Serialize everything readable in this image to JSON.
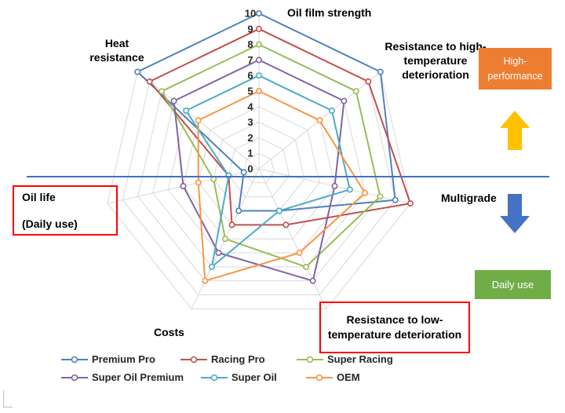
{
  "chart_data": {
    "type": "radar",
    "title": "",
    "r_axis": {
      "min": 0,
      "max": 10,
      "step": 1,
      "tick_labels": [
        "0",
        "1",
        "2",
        "3",
        "4",
        "5",
        "6",
        "7",
        "8",
        "9",
        "10"
      ]
    },
    "axes": [
      "Oil film strength",
      "Resistance to high-temperature deterioration",
      "Multigrade",
      "Resistance to low-temperature deterioration",
      "Costs",
      "Oil life (Daily use)",
      "Heat resistance"
    ],
    "series": [
      {
        "name": "Premium Pro",
        "color": "#4F81BD",
        "values": [
          10,
          10,
          9,
          3,
          3,
          1,
          10
        ]
      },
      {
        "name": "Racing Pro",
        "color": "#C0504D",
        "values": [
          9,
          9,
          10,
          4,
          4,
          2,
          9
        ]
      },
      {
        "name": "Super Racing",
        "color": "#9BBB59",
        "values": [
          8,
          8,
          8,
          7,
          5,
          3,
          8
        ]
      },
      {
        "name": "Super Oil Premium",
        "color": "#8064A2",
        "values": [
          7,
          7,
          5,
          8,
          6,
          5,
          7
        ]
      },
      {
        "name": "Super Oil",
        "color": "#4BACC6",
        "values": [
          6,
          6,
          6,
          3,
          7,
          2,
          6
        ]
      },
      {
        "name": "OEM",
        "color": "#F79646",
        "values": [
          5,
          5,
          7,
          6,
          8,
          4,
          5
        ]
      }
    ],
    "grid": {
      "rings": 10,
      "color": "#D9D9D9"
    },
    "legend_position": "bottom"
  },
  "annotations": {
    "high_performance": "High-performance",
    "daily_use": "Daily use",
    "oil_life_line1": "Oil life",
    "oil_life_line2": "(Daily use)"
  },
  "icons": {
    "up_arrow": "block-arrow-up",
    "down_arrow": "block-arrow-down"
  },
  "colors": {
    "high_performance_bg": "#ED7D31",
    "daily_use_bg": "#70AD47",
    "up_arrow": "#FFC000",
    "down_arrow": "#4472C4",
    "divider": "#4472C4",
    "highlight_border": "#FF0000"
  }
}
